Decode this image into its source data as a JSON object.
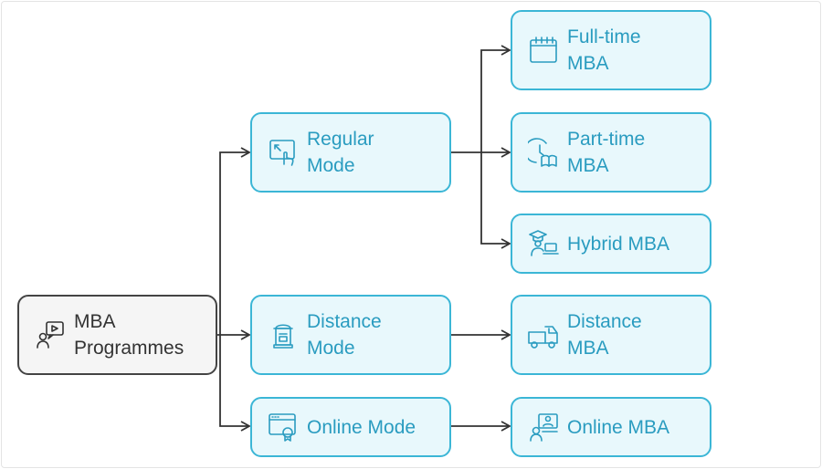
{
  "colors": {
    "child_border": "#3bb6d6",
    "child_fill": "#e8f8fc",
    "child_text": "#2a9cc0",
    "root_border": "#444444",
    "root_fill": "#f5f5f5",
    "connector": "#333333"
  },
  "root": {
    "label": "MBA\nProgrammes",
    "icon": "video-chat-person-icon"
  },
  "modes": [
    {
      "id": "regular",
      "label": "Regular\nMode",
      "icon": "touch-screen-icon"
    },
    {
      "id": "distance",
      "label": "Distance\nMode",
      "icon": "postbox-icon"
    },
    {
      "id": "online",
      "label": "Online Mode",
      "icon": "browser-certificate-icon"
    }
  ],
  "programmes": [
    {
      "id": "full-time",
      "label": "Full-time\nMBA",
      "icon": "calendar-icon",
      "parent": "regular"
    },
    {
      "id": "part-time",
      "label": "Part-time\nMBA",
      "icon": "clock-book-icon",
      "parent": "regular"
    },
    {
      "id": "hybrid",
      "label": "Hybrid MBA",
      "icon": "graduate-laptop-icon",
      "parent": "regular"
    },
    {
      "id": "distance-mba",
      "label": "Distance\nMBA",
      "icon": "delivery-truck-icon",
      "parent": "distance"
    },
    {
      "id": "online-mba",
      "label": "Online MBA",
      "icon": "online-learner-icon",
      "parent": "online"
    }
  ]
}
